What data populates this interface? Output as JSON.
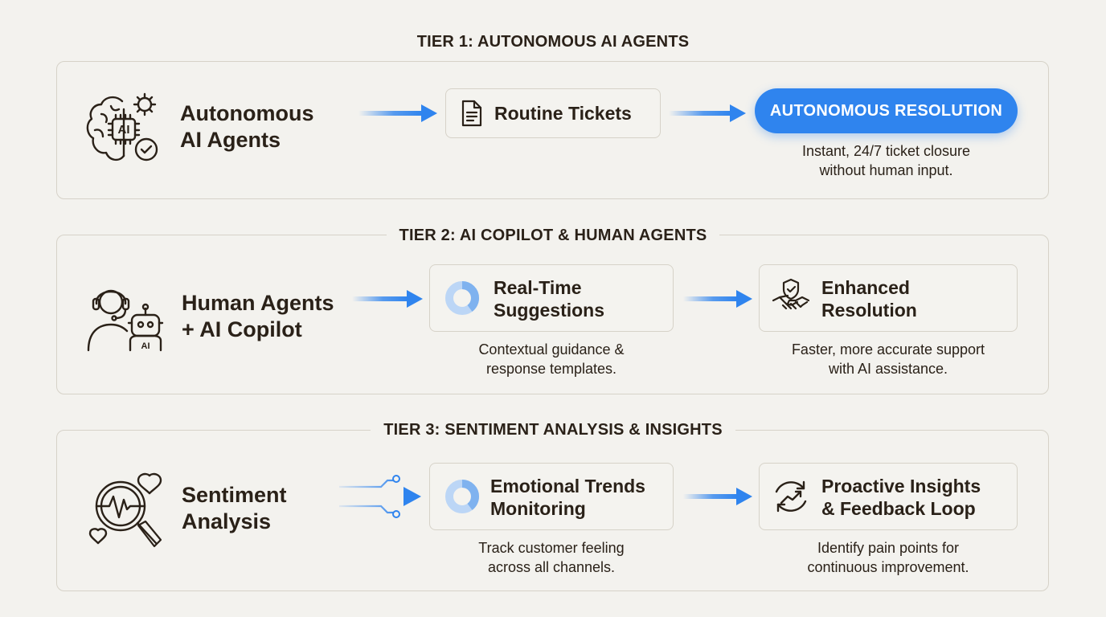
{
  "tiers": [
    {
      "title": "TIER 1: AUTONOMOUS AI AGENTS",
      "source": {
        "line1": "Autonomous",
        "line2": "AI Agents",
        "icon": "ai-brain-gear-check-icon"
      },
      "step1": {
        "label": "Routine Tickets",
        "icon": "document-icon"
      },
      "step2": {
        "label": "AUTONOMOUS RESOLUTION",
        "caption_line1": "Instant, 24/7 ticket closure",
        "caption_line2": "without human input."
      }
    },
    {
      "title": "TIER 2: AI COPILOT & HUMAN AGENTS",
      "source": {
        "line1": "Human Agents",
        "line2": "+ AI Copilot",
        "icon": "human-agent-robot-icon",
        "icon_text": "AI"
      },
      "step1": {
        "line1": "Real-Time",
        "line2": "Suggestions",
        "icon": "donut-chart-icon",
        "caption_line1": "Contextual guidance &",
        "caption_line2": "response templates."
      },
      "step2": {
        "line1": "Enhanced",
        "line2": "Resolution",
        "icon": "handshake-shield-icon",
        "caption_line1": "Faster, more accurate support",
        "caption_line2": "with AI assistance."
      }
    },
    {
      "title": "TIER 3: SENTIMENT ANALYSIS & INSIGHTS",
      "source": {
        "line1": "Sentiment",
        "line2": "Analysis",
        "icon": "magnifier-heartbeat-hearts-icon"
      },
      "step1": {
        "line1": "Emotional Trends",
        "line2": "Monitoring",
        "icon": "donut-chart-icon",
        "caption_line1": "Track customer feeling",
        "caption_line2": "across all channels."
      },
      "step2": {
        "line1": "Proactive Insights",
        "line2": "& Feedback Loop",
        "icon": "cycle-trend-icon",
        "caption_line1": "Identify pain points for",
        "caption_line2": "continuous improvement."
      }
    }
  ],
  "icon_text": {
    "ai_chip": "AI"
  },
  "colors": {
    "accent": "#2f84ee",
    "background": "#f3f2ee",
    "border": "#d6d2c8",
    "text": "#2a2118",
    "donut": "#8fbcf2"
  }
}
